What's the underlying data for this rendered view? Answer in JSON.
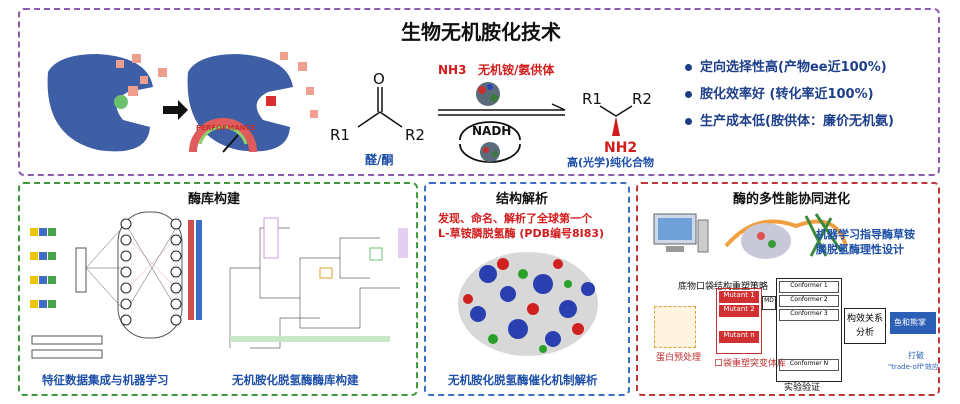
{
  "top": {
    "title": "生物无机胺化技术",
    "performance_label": "PERFORMANCE",
    "reagent_nh3": "NH3",
    "reagent_label": "无机铵/氨供体",
    "cofactor": "NADH",
    "substrate_r1": "R1",
    "substrate_r2": "R2",
    "substrate_o": "O",
    "substrate_label": "醛/酮",
    "product_r1": "R1",
    "product_r2": "R2",
    "product_nh2": "NH2",
    "product_label": "高(光学)纯化合物",
    "bullets": [
      "定向选择性高(产物ee近100%)",
      "胺化效率好 (转化率近100%)",
      "生产成本低(胺供体：廉价无机氨)"
    ]
  },
  "panel1": {
    "title": "酶库构建",
    "caption_left": "特征数据集成与机器学习",
    "caption_right": "无机胺化脱氢酶酶库构建"
  },
  "panel2": {
    "title": "结构解析",
    "highlight": "发现、命名、解析了全球第一个",
    "highlight2": "L-草铵膦脱氢酶 (PDB编号8I83)",
    "caption": "无机胺化脱氢酶催化机制解析"
  },
  "panel3": {
    "title": "酶的多性能协同进化",
    "ml_label": "机器学习指导酶草铵",
    "ml_label2": "膦脱氢酶理性设计",
    "strategy": "底物口袋结构重塑策略",
    "mutants": [
      "Mutant 1",
      "Mutant 2",
      "Mutant n"
    ],
    "conformers": [
      "Conformer 1",
      "Conformer 2",
      "Conformer 3",
      "Conformer N"
    ],
    "md_label": "MD",
    "analysis": "构效关系分析",
    "fish": "鱼和熊掌",
    "protein": "蛋白预处理",
    "pocket": "口袋重塑突变体库",
    "experiment": "实验验证",
    "tradeoff": "打破",
    "tradeoff2": "\"trade-off\"效应"
  }
}
